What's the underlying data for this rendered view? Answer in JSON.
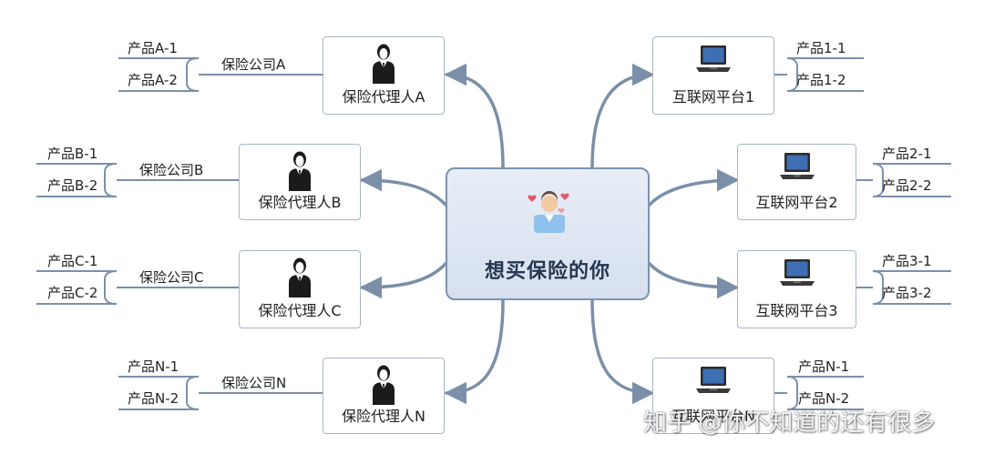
{
  "center": {
    "title": "想买保险的你",
    "icon": "person-with-hearts-icon"
  },
  "left_branches": [
    {
      "agent": "保险代理人A",
      "company": "保险公司A",
      "products": [
        "产品A-1",
        "产品A-2"
      ],
      "icon": "agent-person-icon"
    },
    {
      "agent": "保险代理人B",
      "company": "保险公司B",
      "products": [
        "产品B-1",
        "产品B-2"
      ],
      "icon": "agent-person-icon"
    },
    {
      "agent": "保险代理人C",
      "company": "保险公司C",
      "products": [
        "产品C-1",
        "产品C-2"
      ],
      "icon": "agent-person-icon"
    },
    {
      "agent": "保险代理人N",
      "company": "保险公司N",
      "products": [
        "产品N-1",
        "产品N-2"
      ],
      "icon": "agent-person-icon"
    }
  ],
  "right_branches": [
    {
      "platform": "互联网平台1",
      "products": [
        "产品1-1",
        "产品1-2"
      ],
      "icon": "laptop-icon"
    },
    {
      "platform": "互联网平台2",
      "products": [
        "产品2-1",
        "产品2-2"
      ],
      "icon": "laptop-icon"
    },
    {
      "platform": "互联网平台3",
      "products": [
        "产品3-1",
        "产品3-2"
      ],
      "icon": "laptop-icon"
    },
    {
      "platform": "互联网平台N",
      "products": [
        "产品N-1",
        "产品N-2"
      ],
      "icon": "laptop-icon"
    }
  ],
  "watermark": "知乎 @你不知道的还有很多",
  "colors": {
    "connector": "#7b8fa8",
    "center_border": "#7c93b0",
    "node_border": "#a9b6c6"
  }
}
